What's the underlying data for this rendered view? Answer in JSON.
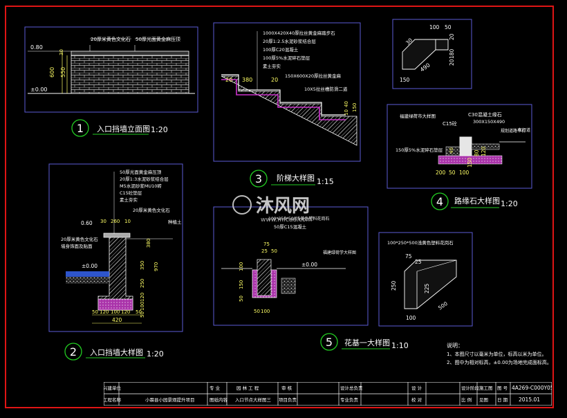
{
  "colors": {
    "frame": "#e01515",
    "panel": "#5b5bd6",
    "text": "#ffffff",
    "dim": "#ffff66",
    "hatch": "#d9d9d9",
    "fill": "#cc33cc",
    "green": "#22cc22",
    "cyan": "#33dddd"
  },
  "titles": {
    "t1": {
      "num": "1",
      "label": "入口挡墙立面图",
      "scale": "1:20"
    },
    "t2": {
      "num": "2",
      "label": "入口挡墙大样图",
      "scale": "1:20"
    },
    "t3": {
      "num": "3",
      "label": "阶梯大样图",
      "scale": "1:15"
    },
    "t4": {
      "num": "4",
      "label": "路缘石大样图",
      "scale": "1:20"
    },
    "t5": {
      "num": "5",
      "label": "花基一大样图",
      "scale": "1:10"
    }
  },
  "d1": {
    "note_a": "20厚米黄色文化石",
    "note_b": "50厚光面黄金麻压顶",
    "lvl_top": "0.80",
    "lvl_base": "±0.00",
    "d_a": "30",
    "d_b": "600",
    "d_c": "550"
  },
  "d2": {
    "notes": [
      "50厚光面黄金麻压顶",
      "20厚1:3水泥砂浆结合层",
      "M5水泥砂浆MU10砖",
      "C15砼垫层",
      "素土夯实"
    ],
    "note_stone": "20厚米黄色文化石",
    "note_soil": "种植土",
    "note_left1": "20厚米黄色文化石",
    "note_left2": "墙身饰面及贴面",
    "lvl_top": "0.60",
    "lvl_base": "±0.00",
    "d30": "30",
    "d260": "260",
    "d10": "10",
    "d380": "380",
    "d350": "350",
    "d970": "970",
    "d250": "250",
    "d120": "120",
    "d100": "100",
    "d50": "50",
    "dw1": "50",
    "dw2": "120",
    "dw3": "100",
    "dw4": "120",
    "dw5": "50",
    "d420": "420"
  },
  "d3": {
    "notes": [
      "1000X420X40厚拉丝黄金麻踏步石",
      "20厚1:2.5水泥砂浆结合层",
      "100厚C20混凝土",
      "100厚5%水泥碎石垫层",
      "素土夯实"
    ],
    "note_riser": "150X600X20厚拉丝黄金麻",
    "note_nosing": "10X5拉丝槽防滑二道",
    "d20a": "20",
    "d380": "380",
    "d20b": "20",
    "d10": "10",
    "d40": "40",
    "d150": "150"
  },
  "d4a": {
    "d100": "100",
    "d50": "50",
    "d20": "20",
    "d180": "180",
    "d20b": "20",
    "d490": "490",
    "d150": "150",
    "d30": "30"
  },
  "d4": {
    "note_tl": "福建绿荷市大样图",
    "note_c15": "C15砼",
    "note_c30": "C30混凝土缘石",
    "note_size": "300X150X490",
    "note_r": "规划道路平石",
    "note_road": "车行道",
    "note_base": "150厚5%水泥碎石垫层",
    "d40": "40",
    "d150": "150",
    "d80": "80",
    "d120": "120",
    "d200": "200",
    "d50": "50",
    "d100": "100"
  },
  "d5": {
    "note1": "100*250*500浅黄色塑料花岗石",
    "note2": "50厚C15混凝土",
    "note_r": "福建绿荷学大样图",
    "d75a": "75",
    "d25": "25",
    "d50": "50",
    "lvl": "±0.00",
    "d100": "100",
    "d150": "150",
    "d50b": "50",
    "d50c": "50",
    "d100b": "100"
  },
  "d6": {
    "note": "100*250*500浅黄色塑料花岗石",
    "d75": "75",
    "d25": "25",
    "d250": "250",
    "d225": "225",
    "d100": "100",
    "d500": "500"
  },
  "watermark": {
    "text": "沐风网",
    "url": "www.mfcad.com"
  },
  "notes": {
    "title": "说明：",
    "items": [
      "1、本图尺寸以毫米为单位，标高以米为单位。",
      "2、图中为相对标高，±0.00为场地完成面标高。"
    ]
  },
  "tb": {
    "row1": {
      "c1": "兴建单位",
      "c2": "",
      "c3": "专  业",
      "c4": "园 林 工 程",
      "c5": "审 核",
      "c6": "",
      "c7": "设计总负责",
      "c8": "",
      "c9": "设 计",
      "c10": "",
      "c11": "设计阶段",
      "c12": "施工图",
      "c13": "图 号",
      "c14": "4A269-C000Y05"
    },
    "row2": {
      "c1": "工程名称",
      "c2": "小霖县小园景观提升项目",
      "c3": "图纸内容",
      "c4": "入口节点大样图三",
      "c5": "项目负责",
      "c6": "",
      "c7": "专业负责",
      "c8": "",
      "c9": "校 对",
      "c10": "",
      "c11": "比 例",
      "c12": "见图",
      "c13": "日 期",
      "c14": "2015.01"
    }
  }
}
